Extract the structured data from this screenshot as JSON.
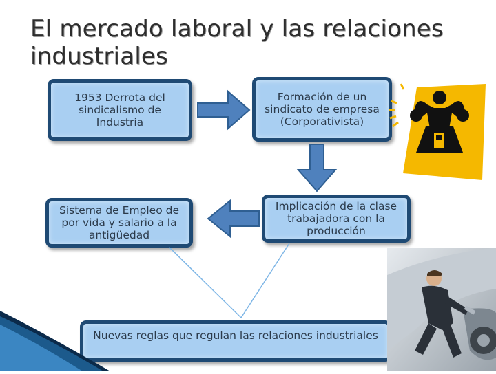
{
  "title": "El mercado laboral y las relaciones industriales",
  "boxes": {
    "box1": "1953 Derrota del sindicalismo de Industria",
    "box2": "Formación de un sindicato de empresa (Corporativista)",
    "box3": "Sistema de Empleo de por vida y salario a la antigüedad",
    "box4": "Implicación de la clase trabajadora con la producción",
    "box5": "Nuevas reglas que regulan las relaciones industriales"
  },
  "colors": {
    "box_fill": "#a9cff2",
    "box_border": "#1f4a74",
    "arrow": "#4f81bd",
    "arrow_border": "#2f5f92",
    "connector": "#7eb6e6",
    "icon_yellow": "#f5b800"
  },
  "icons": {
    "worker_icon": "union-worker-icon",
    "photo": "mechanic-car-photo",
    "corner": "corner-swoosh-decoration"
  }
}
